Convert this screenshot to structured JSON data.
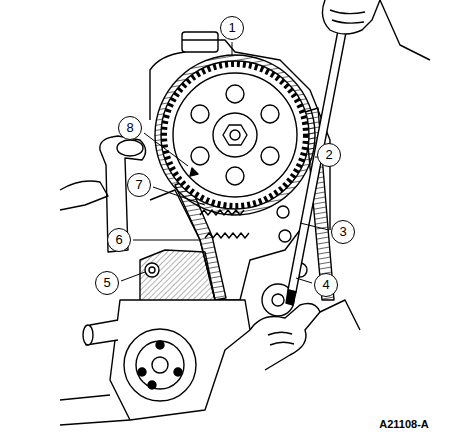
{
  "diagram": {
    "labels": [
      "1",
      "2",
      "3",
      "4",
      "5",
      "6",
      "7",
      "8",
      "A21108-A"
    ]
  }
}
